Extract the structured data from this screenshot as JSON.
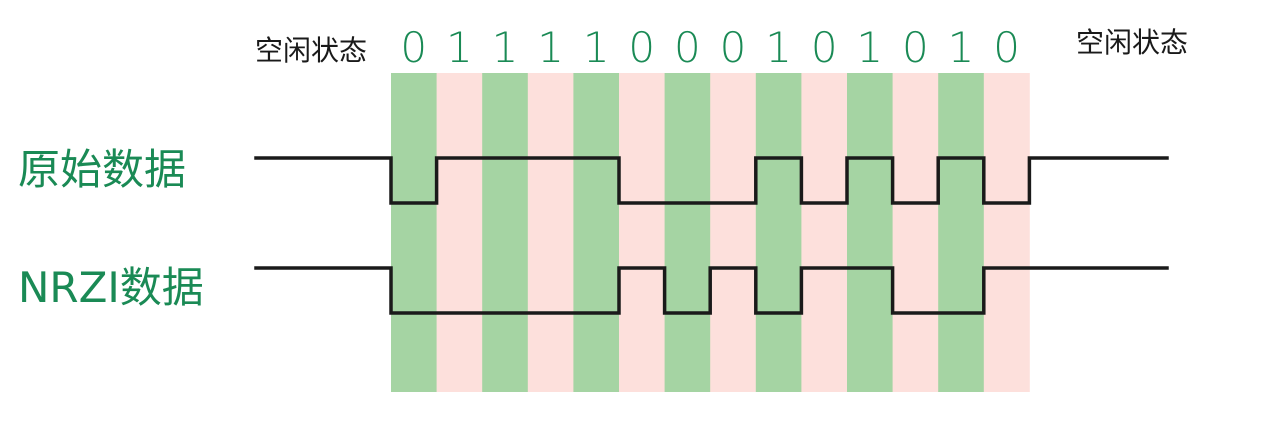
{
  "idle_left": "空闲状态",
  "idle_right": "空闲状态",
  "bits": [
    "0",
    "1",
    "1",
    "1",
    "1",
    "0",
    "0",
    "0",
    "1",
    "0",
    "1",
    "0",
    "1",
    "0"
  ],
  "row_original": "原始数据",
  "row_nrzi": "NRZI数据",
  "colors": {
    "green_stripe": "#a5d4a3",
    "pink_stripe": "#fde0dc",
    "label_green": "#1a8a55",
    "wave": "#1a1a1a"
  },
  "signals": {
    "original": [
      0,
      1,
      1,
      1,
      1,
      0,
      0,
      0,
      1,
      0,
      1,
      0,
      1,
      0
    ],
    "nrzi": [
      0,
      0,
      0,
      0,
      0,
      1,
      0,
      1,
      0,
      1,
      1,
      0,
      0,
      1
    ]
  }
}
